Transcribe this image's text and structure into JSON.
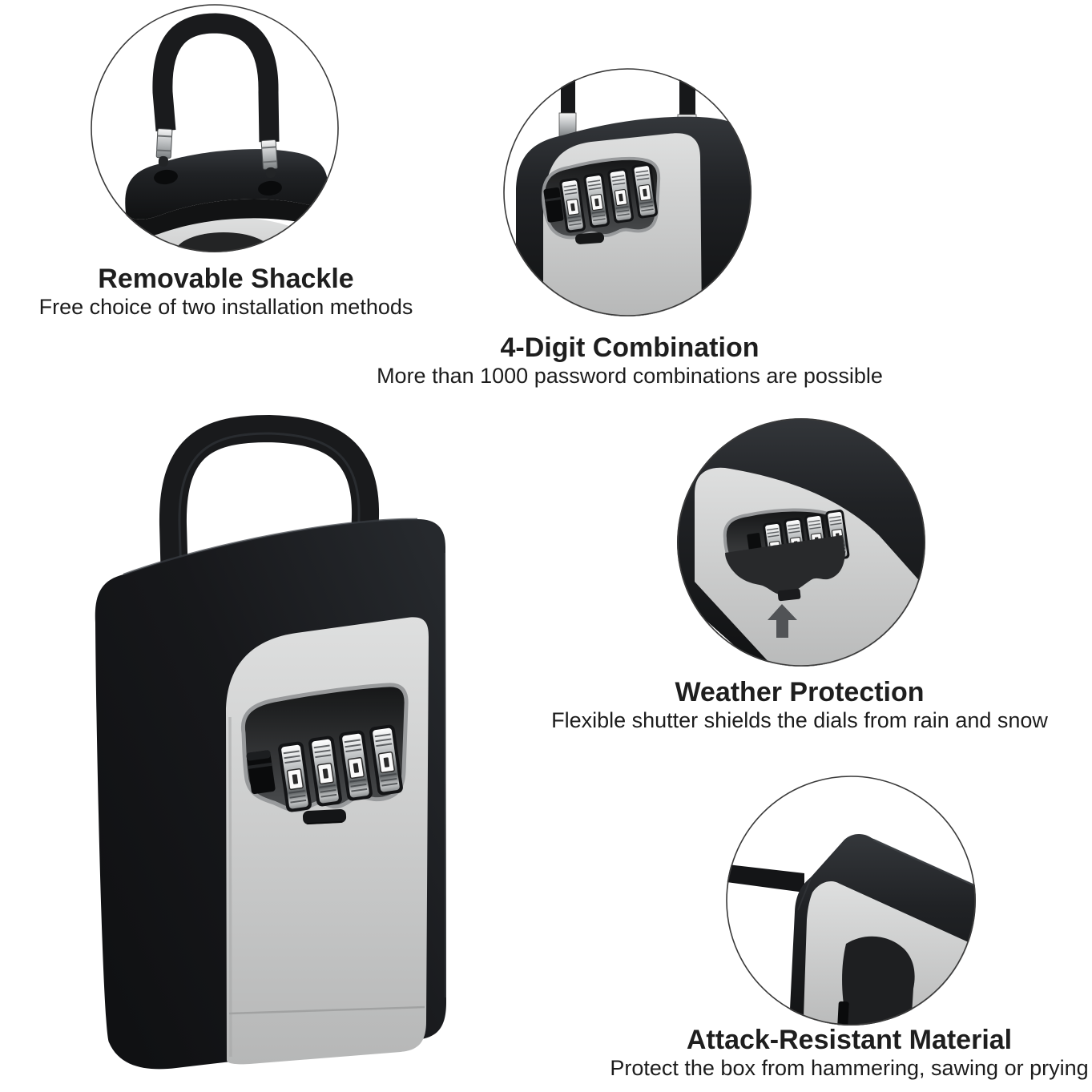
{
  "meta": {
    "kind": "product-feature-infographic",
    "background": "#ffffff",
    "product_name": "4-digit combination key lock box with removable shackle"
  },
  "features": [
    {
      "id": "removable-shackle",
      "title": "Removable Shackle",
      "subtitle": "Free choice of two installation methods"
    },
    {
      "id": "four-digit-combination",
      "title": "4-Digit Combination",
      "subtitle": "More than 1000 password combinations are possible"
    },
    {
      "id": "weather-protection",
      "title": "Weather Protection",
      "subtitle": "Flexible shutter shields the dials from rain and snow"
    },
    {
      "id": "attack-resistant-material",
      "title": "Attack-Resistant Material",
      "subtitle": "Protect the box from hammering, sawing or prying"
    }
  ],
  "colors": {
    "body_black": "#1b1c1e",
    "front_panel_gray": "#c6c7c7",
    "dial_recess": "#2a2b2d",
    "chrome_light": "#f2f3f3",
    "chrome_dark": "#7d8183",
    "arrow_gray": "#515356",
    "circle_border": "#3a3a3a",
    "text": "#1e1e1e"
  },
  "icons": [
    "shackle-icon",
    "dial-wheels-icon",
    "shutter-icon",
    "up-arrow-icon",
    "mounting-holes-icon"
  ]
}
